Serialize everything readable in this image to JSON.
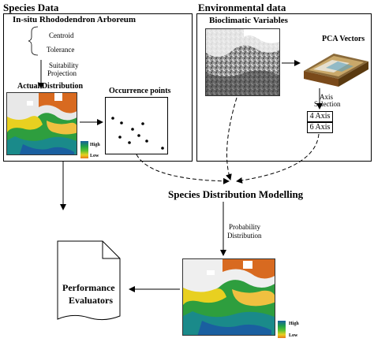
{
  "species_data": {
    "title": "Species Data",
    "subtitle": "In-situ Rhododendron Arboreum",
    "centroid": "Centroid",
    "tolerance": "Tolerance",
    "suitability_line1": "Suitability",
    "suitability_line2": "Projection",
    "actual_distribution": "Actual Distribution",
    "occurrence_points": "Occurrence points",
    "legend_high": "High",
    "legend_low": "Low"
  },
  "environmental_data": {
    "title": "Environmental data",
    "bioclimatic": "Bioclimatic Variables",
    "pca_vectors": "PCA Vectors",
    "axis_selection_line1": "Axis",
    "axis_selection_line2": "Selection",
    "axis_options": [
      "4 Axis",
      "6 Axis"
    ]
  },
  "modelling": {
    "title": "Species Distribution Modelling",
    "probability_line1": "Probability",
    "probability_line2": "Distribution",
    "legend_high": "High",
    "legend_low": "Low"
  },
  "evaluators": {
    "line1": "Performance",
    "line2": "Evaluators"
  },
  "colors": {
    "map_green": "#2e9e3e",
    "map_yellow": "#e8d020",
    "map_orange": "#e07a1a",
    "map_blue": "#1a5fa0"
  }
}
